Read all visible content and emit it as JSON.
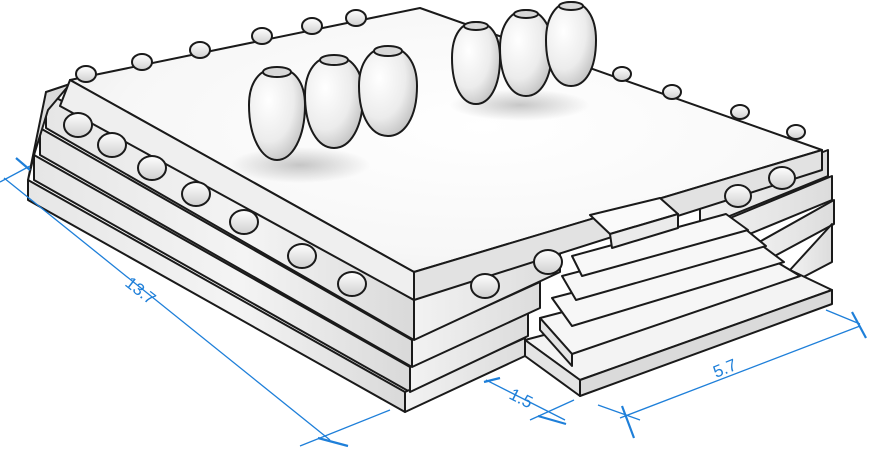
{
  "dimensions": {
    "length": "13.7",
    "step_depth": "1.5",
    "stair_width": "5.7"
  },
  "colors": {
    "dimension": "#1e7fd9",
    "outline": "#1a1a1a",
    "surface": "#ffffff"
  }
}
